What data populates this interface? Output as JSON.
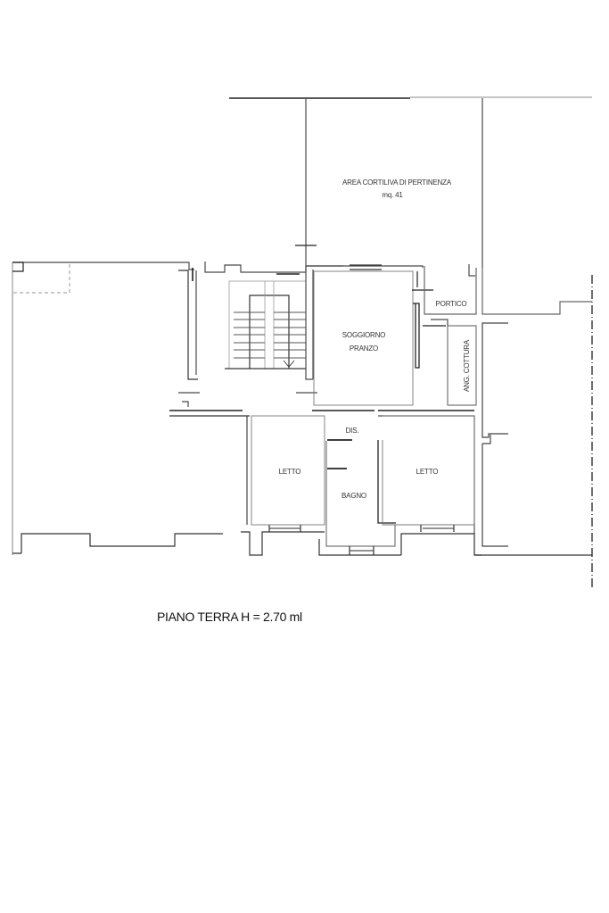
{
  "drawing": {
    "title": "PIANO TERRA H = 2.70 ml",
    "line_color": "#555555",
    "rooms": {
      "courtyard": {
        "name": "AREA CORTILIVA DI PERTINENZA",
        "area": "mq. 41"
      },
      "portico": {
        "name": "PORTICO"
      },
      "living": {
        "line1": "SOGGIORNO",
        "line2": "PRANZO"
      },
      "kitchen": {
        "name": "ANG. COTTURA"
      },
      "hall": {
        "name": "DIS."
      },
      "bedroom_left": {
        "name": "LETTO"
      },
      "bathroom": {
        "name": "BAGNO"
      },
      "bedroom_right": {
        "name": "LETTO"
      }
    }
  }
}
